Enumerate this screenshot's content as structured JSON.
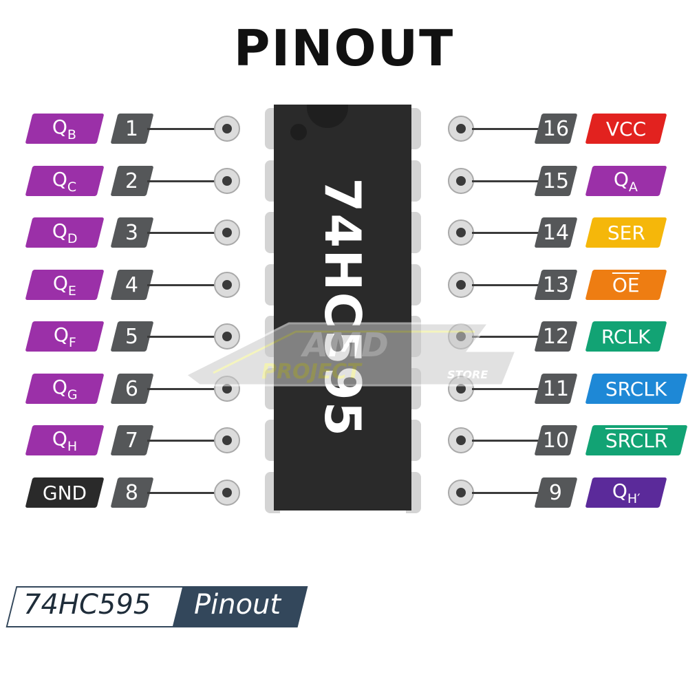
{
  "title": "PINOUT",
  "chip": {
    "label": "74HC595"
  },
  "colors": {
    "output": "#9b30a8",
    "vcc": "#e2221f",
    "ser": "#f5b70a",
    "oe": "#ee7d12",
    "rclk": "#12a374",
    "srclk": "#1e88d6",
    "srclr": "#12a374",
    "qh_prime": "#5b2a9a",
    "gnd": "#2a2a2a",
    "pin_number": "#555759",
    "footer": "#33475b"
  },
  "left_pins": [
    {
      "number": "1",
      "name": "Q",
      "sub": "B"
    },
    {
      "number": "2",
      "name": "Q",
      "sub": "C"
    },
    {
      "number": "3",
      "name": "Q",
      "sub": "D"
    },
    {
      "number": "4",
      "name": "Q",
      "sub": "E"
    },
    {
      "number": "5",
      "name": "Q",
      "sub": "F"
    },
    {
      "number": "6",
      "name": "Q",
      "sub": "G"
    },
    {
      "number": "7",
      "name": "Q",
      "sub": "H"
    },
    {
      "number": "8",
      "name": "GND",
      "sub": ""
    }
  ],
  "right_pins": [
    {
      "number": "16",
      "name": "VCC",
      "sub": ""
    },
    {
      "number": "15",
      "name": "Q",
      "sub": "A"
    },
    {
      "number": "14",
      "name": "SER",
      "sub": ""
    },
    {
      "number": "13",
      "name": "OE",
      "sub": "",
      "overline": true
    },
    {
      "number": "12",
      "name": "RCLK",
      "sub": ""
    },
    {
      "number": "11",
      "name": "SRCLK",
      "sub": ""
    },
    {
      "number": "10",
      "name": "SRCLR",
      "sub": "",
      "overline": true
    },
    {
      "number": "9",
      "name": "Q",
      "sub": "H′"
    }
  ],
  "watermark": {
    "line1": "AMD",
    "line2": "PROJECT",
    "line3": "STORE"
  },
  "footer": {
    "part": "74HC595",
    "label": "Pinout"
  }
}
